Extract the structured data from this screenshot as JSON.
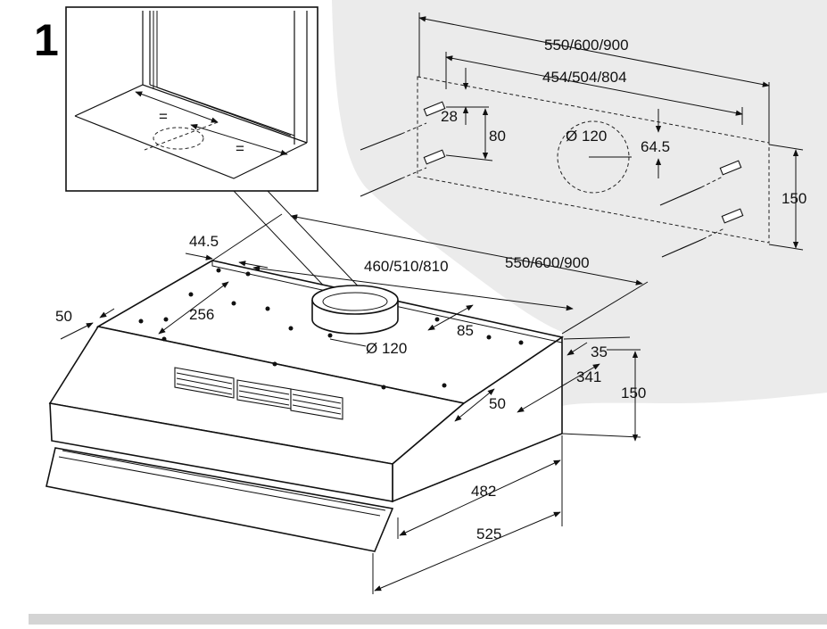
{
  "figure_number": "1",
  "inset": {
    "equal_mark_left": "=",
    "equal_mark_right": "="
  },
  "wall": {
    "width_label": "550/600/900",
    "hole_spacing_label": "454/504/804",
    "offset_28_label": "28",
    "offset_80_label": "80",
    "duct_diameter_label": "Ø 120",
    "duct_height_label": "64.5",
    "height_label": "150"
  },
  "hood": {
    "left_offset_label": "44.5",
    "width_label": "550/600/900",
    "hole_spacing_label": "460/510/810",
    "edge_50_left_label": "50",
    "spacing_256_label": "256",
    "spacing_85_label": "85",
    "outlet_diameter_label": "Ø 120",
    "rear_35_label": "35",
    "depth_341_label": "341",
    "edge_50_right_label": "50",
    "height_label": "150",
    "depth_482_label": "482",
    "depth_525_label": "525"
  },
  "colors": {
    "wall_background": "#ebebeb",
    "footer_bar": "#d4d4d4"
  }
}
